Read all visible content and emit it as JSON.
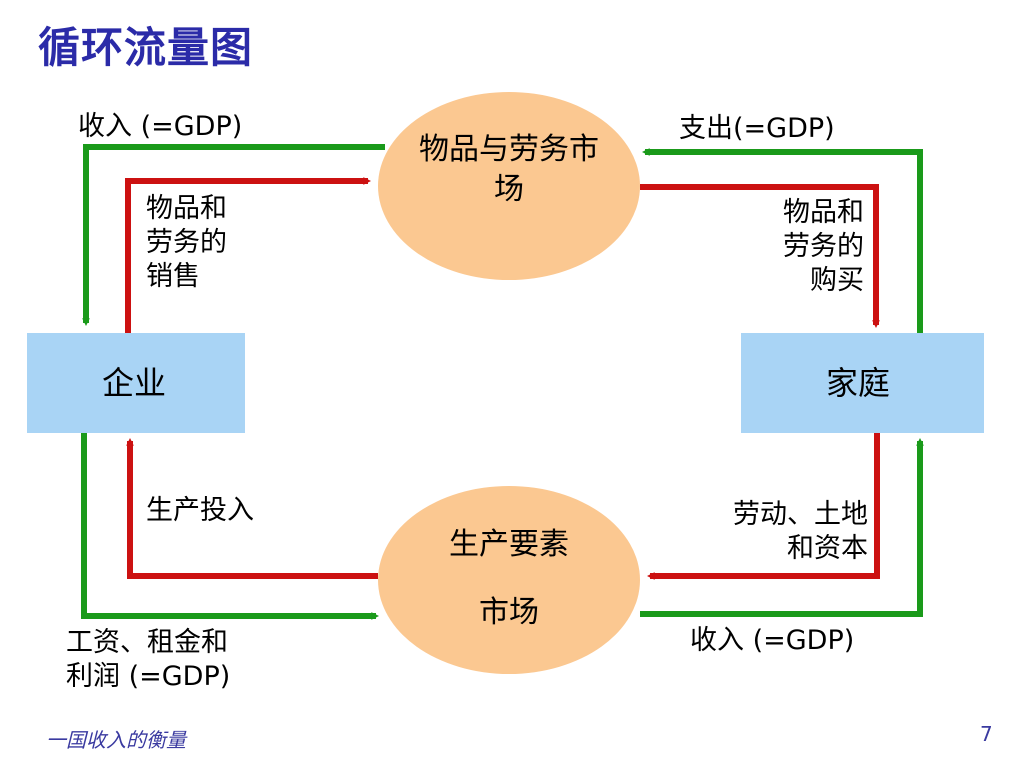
{
  "title": "循环流量图",
  "colors": {
    "title": "#2b2ba8",
    "money_flow": "#1a9a1a",
    "goods_flow": "#cc1111",
    "box_fill": "#a9d4f5",
    "ellipse_fill": "#fbc891"
  },
  "nodes": {
    "firms": "企业",
    "households": "家庭",
    "goods_market": "物品与劳务市\n场",
    "factor_market": "生产要素\n\n市场"
  },
  "labels": {
    "revenue_top": "收入 (=GDP)",
    "spending": "支出(=GDP)",
    "goods_sold": "物品和\n劳务的\n销售",
    "goods_bought": "物品和\n劳务的\n购买",
    "factors_of_production": "生产投入",
    "labor_land_capital": "劳动、土地\n和资本",
    "wages_rent_profit": "工资、租金和\n利润 (=GDP)",
    "income_bottom": "收入 (=GDP)"
  },
  "footer": {
    "subtitle": "一国收入的衡量",
    "page_number": "7"
  }
}
